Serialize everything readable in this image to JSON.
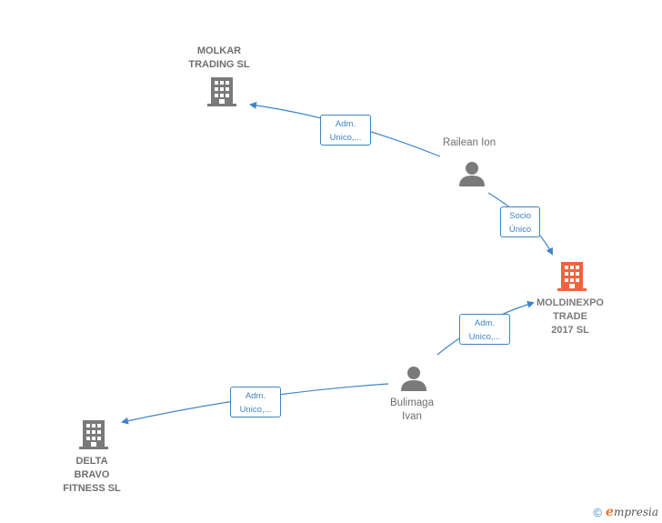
{
  "nodes": {
    "molkar": {
      "label": "MOLKAR\nTRADING SL"
    },
    "railean": {
      "label": "Railean Ion"
    },
    "moldinexpo": {
      "label": "MOLDINEXPO\nTRADE\n2017  SL"
    },
    "bulimaga": {
      "label": "Bulimaga\nIvan"
    },
    "delta": {
      "label": "DELTA\nBRAVO\nFITNESS  SL"
    }
  },
  "edges": {
    "railean_molkar": {
      "label": "Adm.\nUnico,..."
    },
    "railean_moldinexpo": {
      "label": "Socio\nÚnico"
    },
    "bulimaga_moldinexpo": {
      "label": "Adm.\nUnico,..."
    },
    "bulimaga_delta": {
      "label": "Adm.\nUnico,..."
    }
  },
  "colors": {
    "edge": "#3d85c6",
    "company": "#7a7a7a",
    "target_company": "#f0643c",
    "person": "#7a7a7a"
  },
  "footer": {
    "copyright": "©",
    "brand_initial": "e",
    "brand_rest": "mpresia"
  }
}
